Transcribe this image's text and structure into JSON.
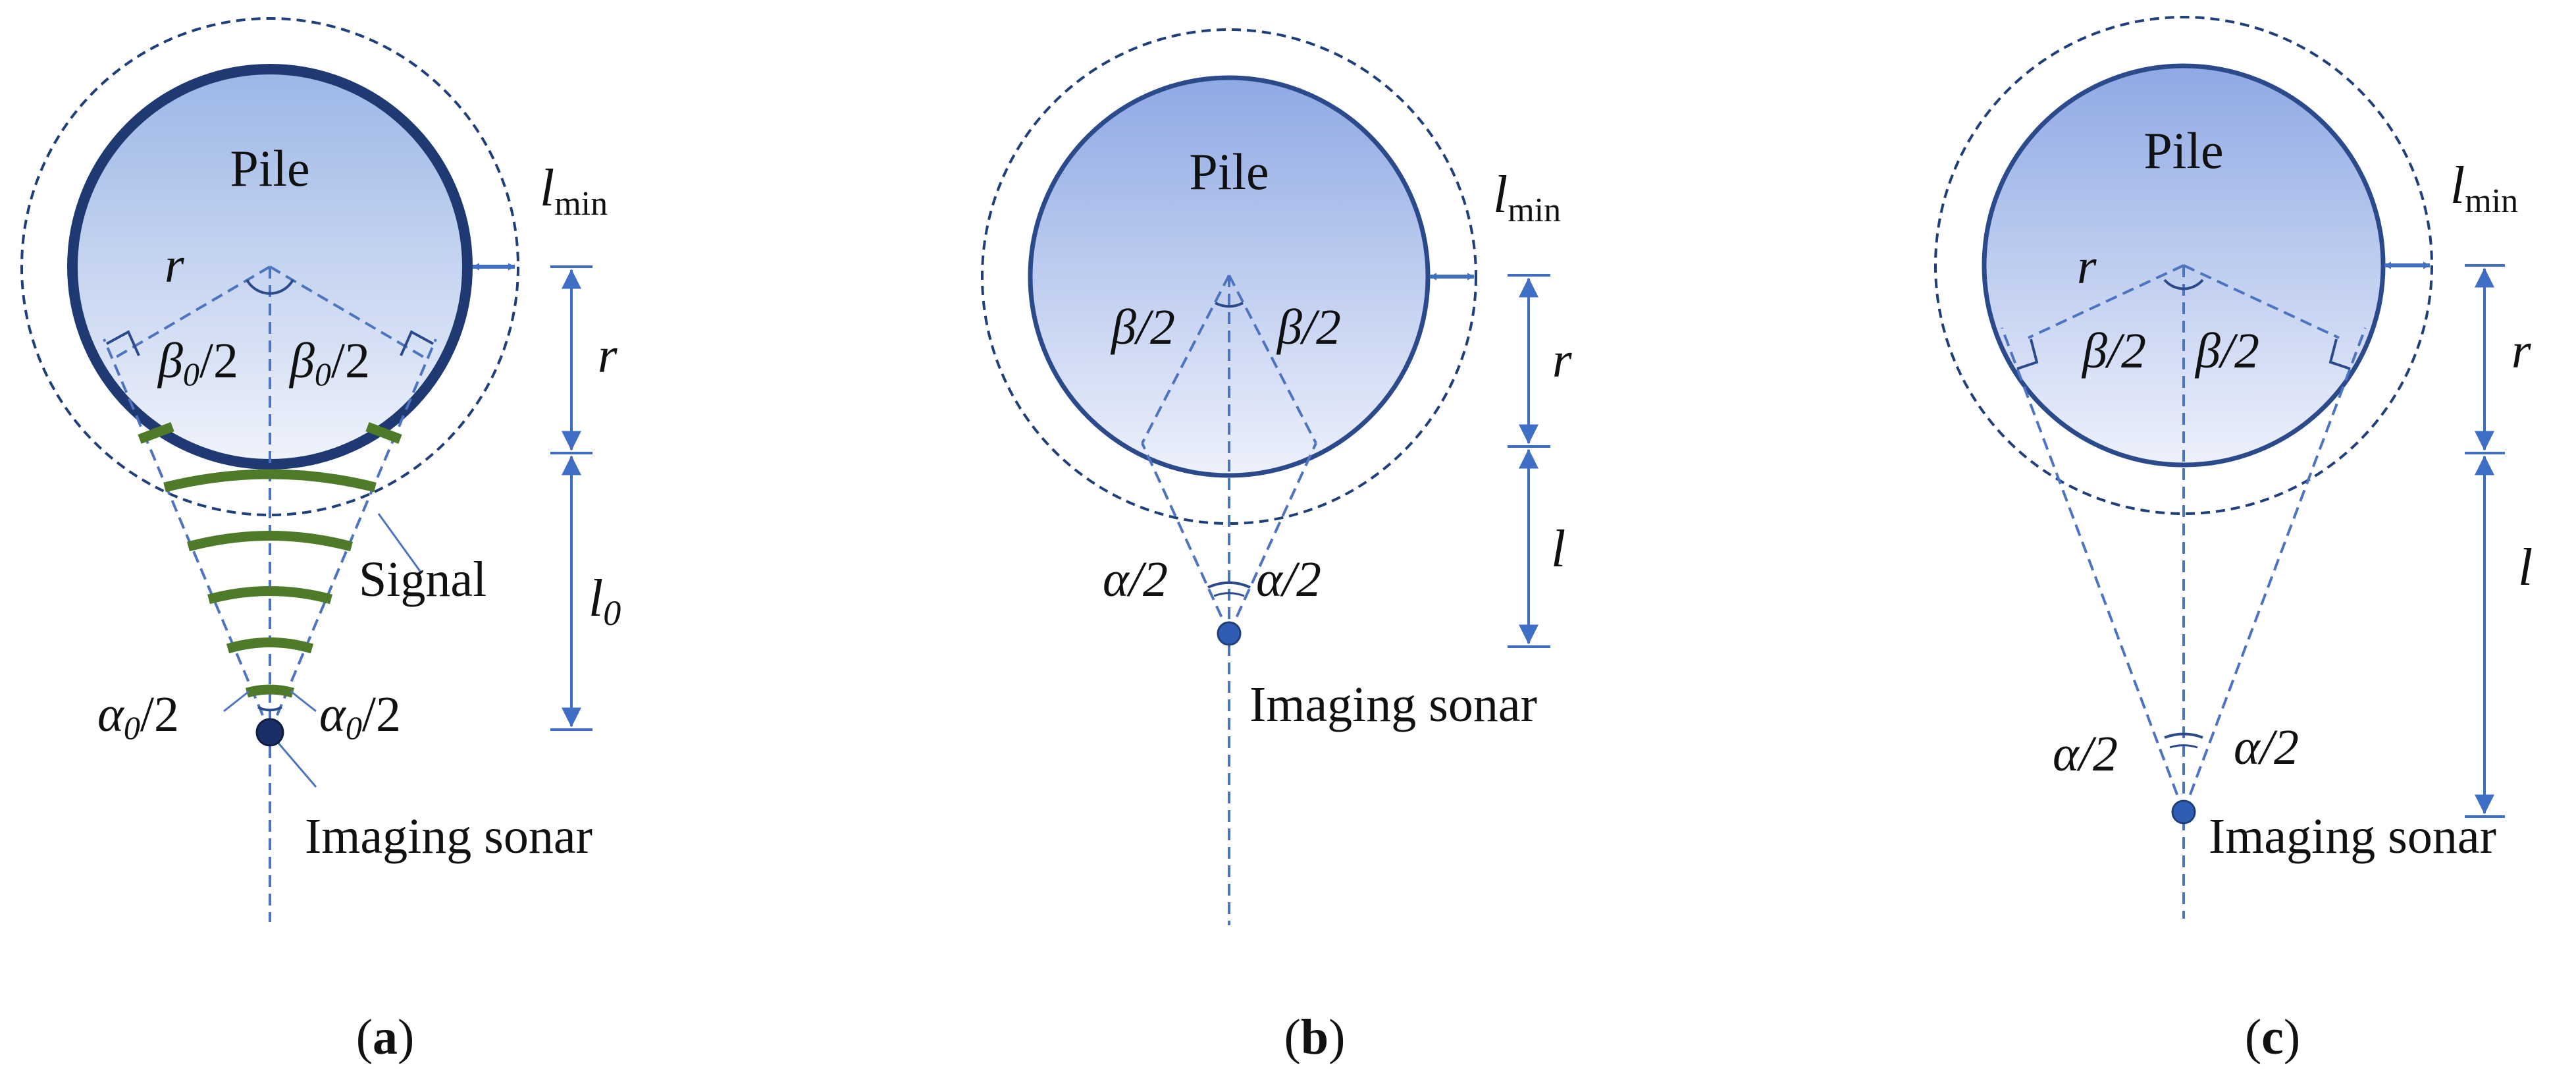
{
  "colors": {
    "pile_top": "#8fa9e4",
    "pile_bottom": "#eef1fb",
    "pile_stroke": "#2b4a8c",
    "pile_stroke_a": "#1f3a72",
    "dashed_blue": "#4d74c0",
    "dashed_navy": "#1f3f7a",
    "dimension": "#3f6fc4",
    "signal_green": "#4e7a2a",
    "sonar_fill": "#2f5db4",
    "text": "#111111"
  },
  "panels": [
    {
      "id": "a",
      "caption_open": "(",
      "caption_letter": "a",
      "caption_close": ")",
      "pile_label": "Pile",
      "lmin_main": "l",
      "lmin_sub": "min",
      "r_radius": "r",
      "r_dim": "r",
      "l_dim_main": "l",
      "l_dim_sub": "0",
      "beta_left_main": "β",
      "beta_left_sub": "0",
      "beta_left_tail": "/2",
      "beta_right_main": "β",
      "beta_right_sub": "0",
      "beta_right_tail": "/2",
      "alpha_left_main": "α",
      "alpha_left_sub": "0",
      "alpha_left_tail": "/2",
      "alpha_right_main": "α",
      "alpha_right_sub": "0",
      "alpha_right_tail": "/2",
      "signal_label": "Signal",
      "sonar_label": "Imaging sonar"
    },
    {
      "id": "b",
      "caption_open": "(",
      "caption_letter": "b",
      "caption_close": ")",
      "pile_label": "Pile",
      "lmin_main": "l",
      "lmin_sub": "min",
      "r_dim": "r",
      "l_dim": "l",
      "beta_left": "β/2",
      "beta_right": "β/2",
      "alpha_left": "α/2",
      "alpha_right": "α/2",
      "sonar_label": "Imaging sonar"
    },
    {
      "id": "c",
      "caption_open": "(",
      "caption_letter": "c",
      "caption_close": ")",
      "pile_label": "Pile",
      "lmin_main": "l",
      "lmin_sub": "min",
      "r_radius": "r",
      "r_dim": "r",
      "l_dim": "l",
      "beta_left": "β/2",
      "beta_right": "β/2",
      "alpha_left": "α/2",
      "alpha_right": "α/2",
      "sonar_label": "Imaging sonar"
    }
  ]
}
